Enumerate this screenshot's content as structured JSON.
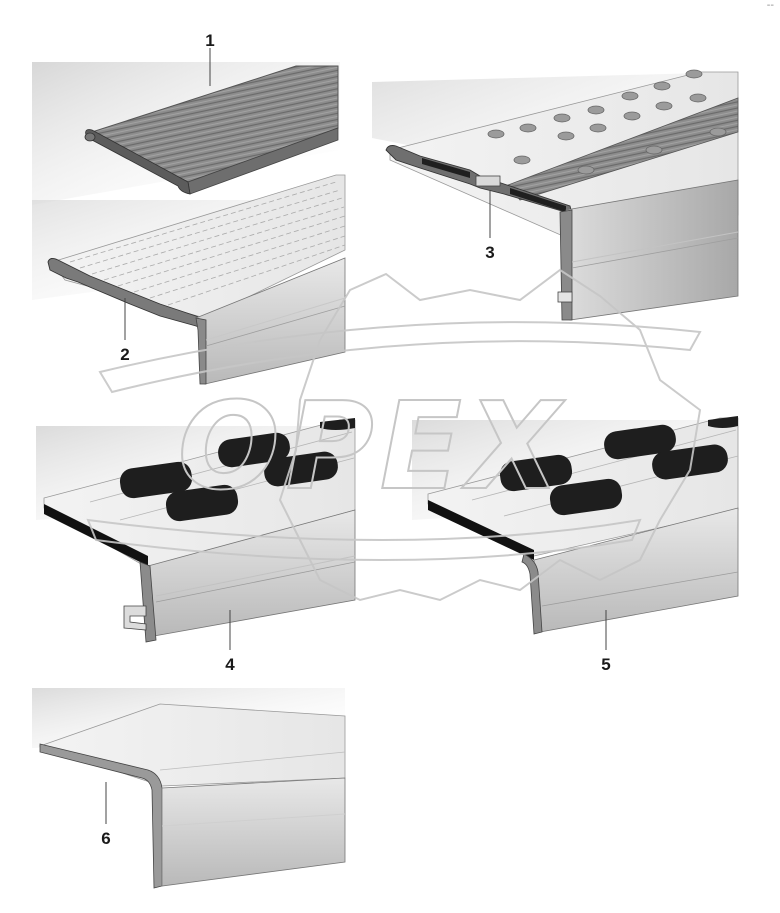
{
  "watermark": {
    "text": "OPEX"
  },
  "corner_mark": "--",
  "callouts": [
    "1",
    "2",
    "3",
    "4",
    "5",
    "6"
  ]
}
